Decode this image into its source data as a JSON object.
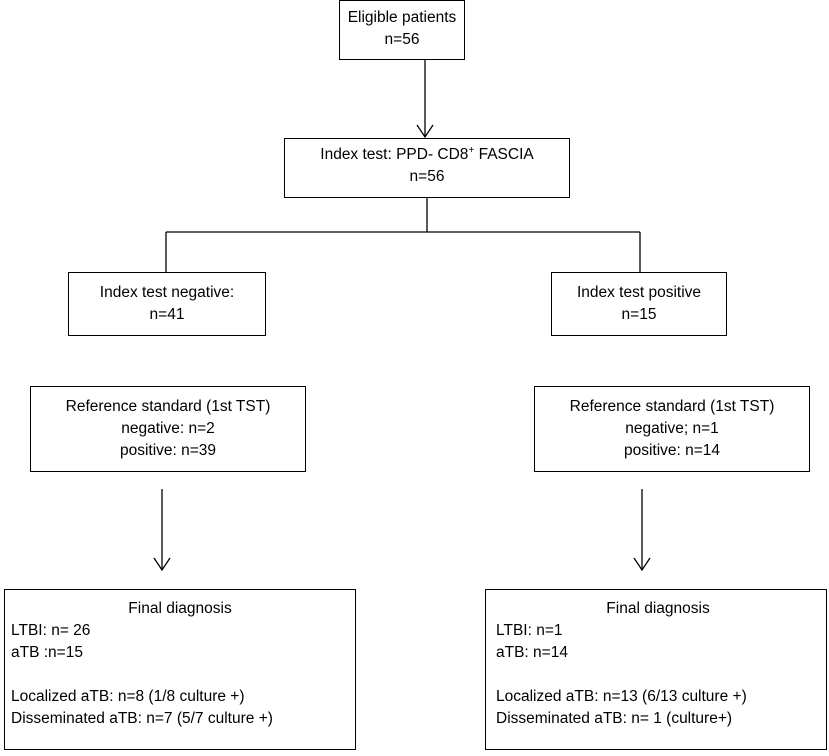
{
  "eligible": {
    "title": "Eligible patients",
    "count": "n=56"
  },
  "index_test": {
    "title_prefix": "Index test: PPD- CD8",
    "title_sup": "+",
    "title_suffix": " FASCIA",
    "count": "n=56"
  },
  "index_negative": {
    "title": "Index test negative:",
    "count": "n=41"
  },
  "index_positive": {
    "title": "Index test positive",
    "count": "n=15"
  },
  "reference_negative_branch": {
    "title": "Reference standard (1st TST)",
    "negative": "negative: n=2",
    "positive": "positive: n=39"
  },
  "reference_positive_branch": {
    "title": "Reference standard (1st TST)",
    "negative": "negative; n=1",
    "positive": "positive: n=14"
  },
  "final_negative_branch": {
    "title": "Final diagnosis",
    "ltbi": "LTBI: n= 26",
    "atb": "aTB :n=15",
    "localized": "Localized aTB: n=8 (1/8 culture +)",
    "disseminated": "Disseminated aTB: n=7 (5/7 culture +)"
  },
  "final_positive_branch": {
    "title": "Final diagnosis",
    "ltbi": "LTBI: n=1",
    "atb": "aTB: n=14",
    "localized": "Localized aTB: n=13 (6/13 culture +)",
    "disseminated": "Disseminated aTB: n= 1 (culture+)"
  }
}
